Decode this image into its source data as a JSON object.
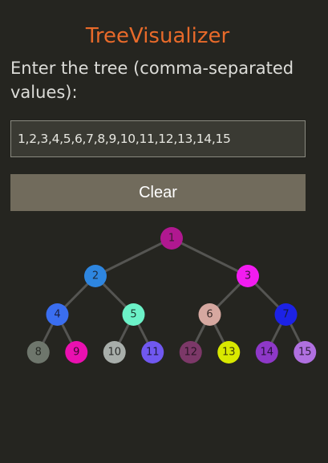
{
  "app": {
    "title": "TreeVisualizer"
  },
  "form": {
    "prompt": "Enter the tree (comma-separated values):",
    "input_value": "1,2,3,4,5,6,7,8,9,10,11,12,13,14,15",
    "clear_label": "Clear"
  },
  "tree": {
    "nodes": [
      {
        "label": "1",
        "color": "#b01890",
        "text_color": "#3a1a30"
      },
      {
        "label": "2",
        "color": "#2e86e0",
        "text_color": "#1a2a40"
      },
      {
        "label": "3",
        "color": "#f21cf0",
        "text_color": "#3a103a"
      },
      {
        "label": "4",
        "color": "#3a6ef0",
        "text_color": "#1a2040"
      },
      {
        "label": "5",
        "color": "#6cf2c8",
        "text_color": "#1a3a30"
      },
      {
        "label": "6",
        "color": "#d6a8a0",
        "text_color": "#3a2a28"
      },
      {
        "label": "7",
        "color": "#1c22e6",
        "text_color": "#141a40"
      },
      {
        "label": "8",
        "color": "#6e766c",
        "text_color": "#262a24"
      },
      {
        "label": "9",
        "color": "#ea10b0",
        "text_color": "#3a0a2c"
      },
      {
        "label": "10",
        "color": "#a8aeaa",
        "text_color": "#2a2c2a"
      },
      {
        "label": "11",
        "color": "#7058f0",
        "text_color": "#1e1a40"
      },
      {
        "label": "12",
        "color": "#7c3868",
        "text_color": "#2a1424"
      },
      {
        "label": "13",
        "color": "#d8e800",
        "text_color": "#3a3a08"
      },
      {
        "label": "14",
        "color": "#8e38c8",
        "text_color": "#261038"
      },
      {
        "label": "15",
        "color": "#b070e0",
        "text_color": "#2e1c3a"
      }
    ],
    "edge_color": "#555552"
  }
}
